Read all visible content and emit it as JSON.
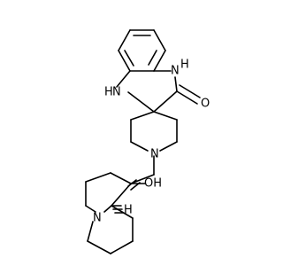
{
  "labels": {
    "nh_top": "N",
    "h_top": "H",
    "nh_bottom_h": "H",
    "nh_bottom_n": "N",
    "carbonyl_o": "O",
    "piperidine_n": "N",
    "hydroxyl": "OH",
    "hydroxyl_h": "H",
    "bridgehead_n": "N",
    "stereo_h": "H"
  }
}
